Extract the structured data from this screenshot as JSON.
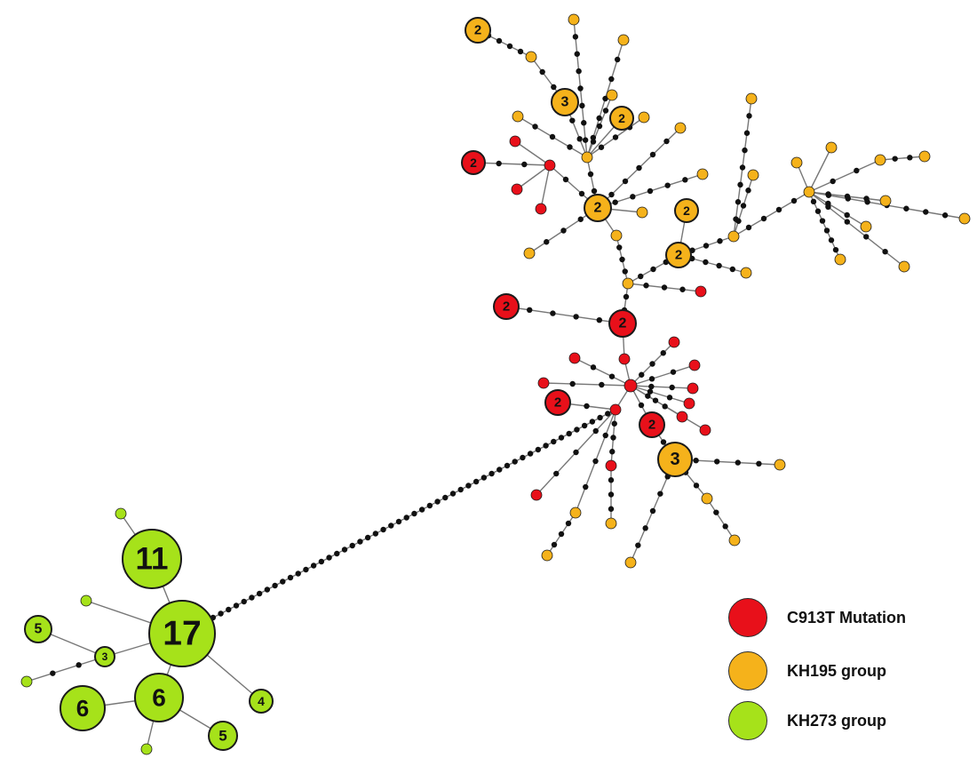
{
  "colors": {
    "C913T": "#e8101a",
    "KH195": "#f5b21b",
    "KH273": "#a6e21a",
    "edge": "#777777",
    "intermediate": "#111111",
    "outline": "#1a1a1a"
  },
  "legend": [
    {
      "key": "C913T",
      "label": "C913T Mutation"
    },
    {
      "key": "KH195",
      "label": "KH195 group"
    },
    {
      "key": "KH273",
      "label": "KH273 group"
    }
  ],
  "node_labels": {
    "green_17": "17",
    "green_11": "11",
    "green_6a": "6",
    "green_6b": "6",
    "green_5a": "5",
    "green_5b": "5",
    "green_4": "4",
    "green_3": "3",
    "yellow_3a": "3",
    "yellow_3b": "3",
    "yellow_2a": "2",
    "yellow_2b": "2",
    "yellow_2c": "2",
    "yellow_2d": "2",
    "yellow_2e": "2",
    "red_2a": "2",
    "red_2b": "2",
    "red_2c": "2",
    "red_2d": "2",
    "red_2e": "2"
  }
}
